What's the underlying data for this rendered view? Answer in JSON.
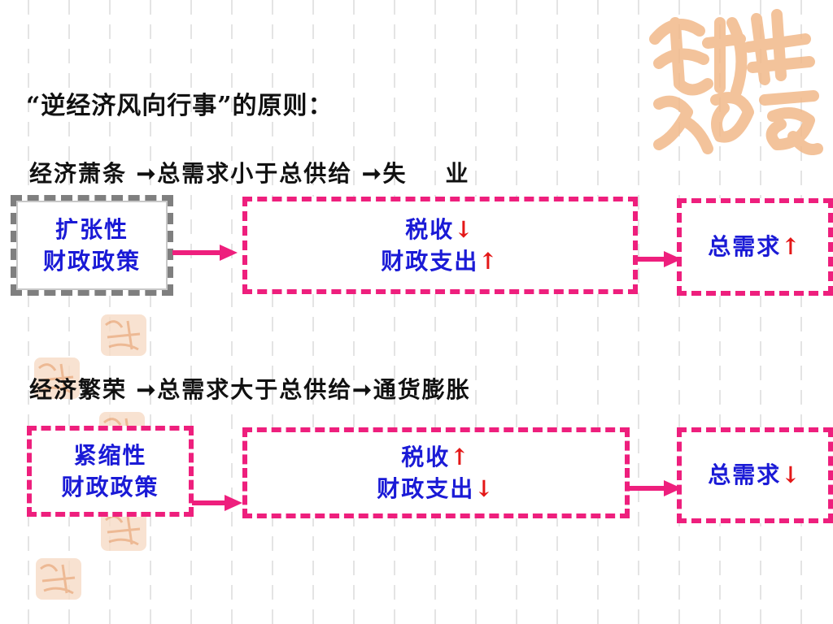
{
  "title": "“逆经济风向行事”的原则：",
  "section1": {
    "line_a": "经济萧条",
    "line_b": "总需求小于总供给",
    "line_c": "失",
    "line_d": "业",
    "policy_line1": "扩张性",
    "policy_line2": "财政政策",
    "mid_line1": "税收",
    "mid_arrow1": "↓",
    "mid_line2": "财政支出",
    "mid_arrow2": "↑",
    "result": "总需求",
    "result_arrow": "↑"
  },
  "section2": {
    "line_a": "经济繁荣",
    "line_b": "总需求大于总供给",
    "line_c": "通货膨胀",
    "policy_line1": "紧缩性",
    "policy_line2": "财政政策",
    "mid_line1": "税收",
    "mid_arrow1": "↑",
    "mid_line2": "财政支出",
    "mid_arrow2": "↓",
    "result": "总需求",
    "result_arrow": "↓"
  },
  "arrow_glyph": "➞",
  "colors": {
    "box_border": "#ee1f7d",
    "box_text": "#1a1ad6",
    "trend_arrow": "#e41818",
    "connector": "#ee1f7d",
    "seal": "#f2b98a"
  }
}
